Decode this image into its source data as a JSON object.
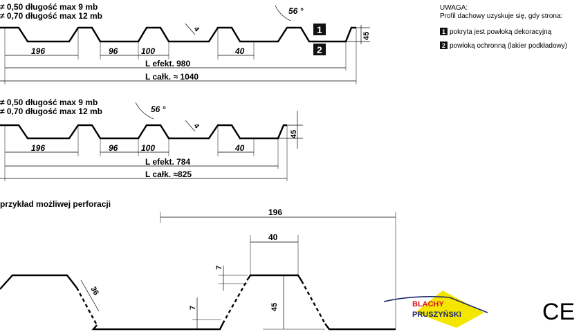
{
  "profile_top": {
    "spec_line1": "≠ 0,50   długość max 9 mb",
    "spec_line2": "≠ 0,70   długość max 12 mb",
    "angle": "56 °",
    "depth": "45",
    "pitch": "196",
    "bottom_width": "96",
    "top_width": "100",
    "rib_width": "40",
    "thickness": "4",
    "l_efekt_label": "L efekt. 980",
    "l_calk_label": "L całk. ≈ 1040",
    "side_marker_1": "1",
    "side_marker_2": "2"
  },
  "profile_bottom": {
    "spec_line1": "≠ 0,50   długość max 9 mb",
    "spec_line2": "≠ 0,70   długość max 12 mb",
    "angle": "56 °",
    "depth": "45",
    "pitch": "196",
    "bottom_width": "96",
    "top_width": "100",
    "rib_width": "40",
    "thickness": "4",
    "l_efekt_label": "L efekt. 784",
    "l_calk_label": "L całk. ≈825"
  },
  "perforation": {
    "heading": "przykład możliwej perforacji",
    "pitch": "196",
    "rib_width": "40",
    "offset_top": "7",
    "offset_bottom": "7",
    "slant": "36",
    "depth": "45"
  },
  "note": {
    "title": "UWAGA:",
    "line": "Profil dachowy uzyskuje się, gdy strona:",
    "items": [
      {
        "marker": "1",
        "text": "pokryta jest powłoką dekoracyjną"
      },
      {
        "marker": "2",
        "text": "powłoką ochronną (lakier podkładowy)"
      }
    ]
  },
  "brand": {
    "line1": "BLACHY",
    "line2": "PRUSZYŃSKI",
    "colors": {
      "red": "#d8121a",
      "yellow": "#f5e600",
      "navy": "#1b2a6b"
    }
  },
  "ce_mark": "CE"
}
